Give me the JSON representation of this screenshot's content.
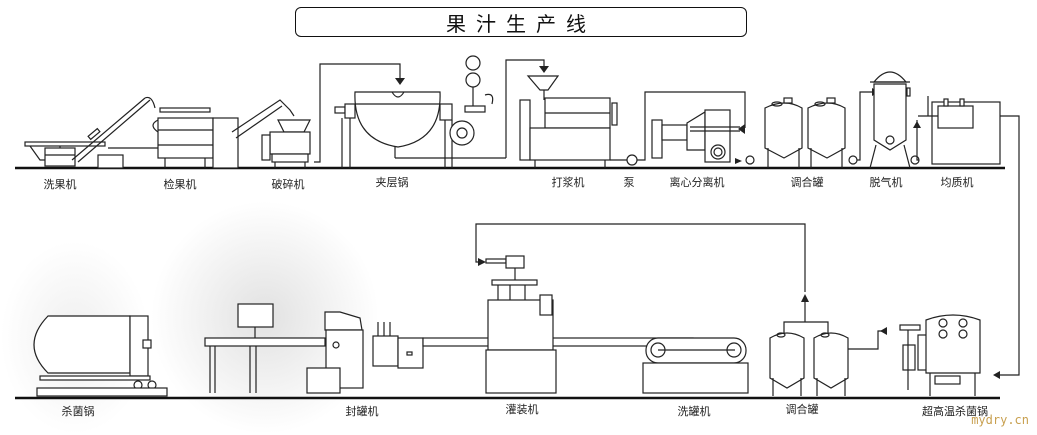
{
  "title": "果汁生产线",
  "top_row": {
    "stations": [
      {
        "id": "washer",
        "label": "洗果机"
      },
      {
        "id": "sorter",
        "label": "检果机"
      },
      {
        "id": "crusher",
        "label": "破碎机"
      },
      {
        "id": "jacketed-kettle",
        "label": "夹层锅"
      },
      {
        "id": "pulper",
        "label": "打浆机"
      },
      {
        "id": "pump",
        "label": "泵"
      },
      {
        "id": "centrifuge",
        "label": "离心分离机"
      },
      {
        "id": "blending-tank",
        "label": "调合罐"
      },
      {
        "id": "deaerator",
        "label": "脱气机"
      },
      {
        "id": "homogenizer",
        "label": "均质机"
      }
    ]
  },
  "bottom_row": {
    "stations": [
      {
        "id": "sterilizer",
        "label": "杀菌锅"
      },
      {
        "id": "can-sealer",
        "label": "封罐机"
      },
      {
        "id": "filler",
        "label": "灌装机"
      },
      {
        "id": "can-washer",
        "label": "洗罐机"
      },
      {
        "id": "blending-tank-2",
        "label": "调合罐"
      },
      {
        "id": "uht-sterilizer",
        "label": "超高温杀菌锅"
      }
    ]
  },
  "watermark": "mydry.cn"
}
